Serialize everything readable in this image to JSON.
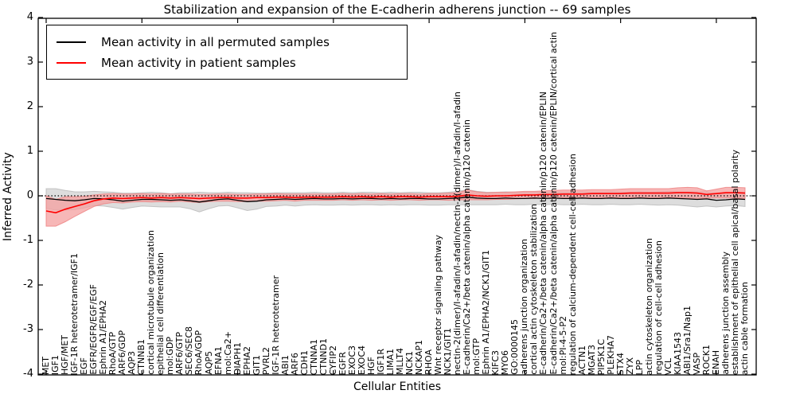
{
  "title": "Stabilization and expansion of the E-cadherin adherens junction -- 69 samples",
  "axes": {
    "x_label": "Cellular Entities",
    "y_label": "Inferred Activity",
    "y_ticks": [
      "4",
      "3",
      "2",
      "1",
      "0",
      "-1",
      "-2",
      "-3",
      "-4"
    ]
  },
  "legend": [
    {
      "label": "Mean activity in all permuted samples",
      "color": "#000000"
    },
    {
      "label": "Mean activity in patient samples",
      "color": "#ff0000"
    }
  ],
  "colors": {
    "black_line": "#000000",
    "red_line": "#ff0000",
    "gray_band_fill": "#d4d4d4",
    "gray_band_edge": "#b0b0b0",
    "red_band_fill": "#f49f9f",
    "red_band_edge": "#ee8080",
    "zero_line": "#000000"
  },
  "chart_data": {
    "type": "line",
    "title": "Stabilization and expansion of the E-cadherin adherens junction -- 69 samples",
    "xlabel": "Cellular Entities",
    "ylabel": "Inferred Activity",
    "ylim": [
      -4,
      4
    ],
    "grid": false,
    "legend_position": "upper left",
    "zero_line": {
      "style": "dotted",
      "color": "#000000",
      "y": 0
    },
    "categories": [
      "MET",
      "IGF1",
      "HGF/MET",
      "IGF-1R heterotetramer/IGF1",
      "EGF",
      "EGFR/EGFR/EGF/EGF",
      "Ephrin A1/EPHA2",
      "RhoA/GTP",
      "ARF6/GDP",
      "AQP3",
      "CTNNB1",
      "cortical microtubule organization",
      "epithelial cell differentiation",
      "mol:GDP",
      "ARF6/GTP",
      "SEC6/SEC8",
      "RhoA/GDP",
      "AQP5",
      "EFNA1",
      "mol:Ca2+",
      "DIAPH1",
      "EPHA2",
      "GIT1",
      "PVRL2",
      "IGF-1R heterotetramer",
      "ABI1",
      "ARF6",
      "CDH1",
      "CTNNA1",
      "CTNND1",
      "CYFIP2",
      "EGFR",
      "EXOC3",
      "EXOC4",
      "HGF",
      "IGF1R",
      "LIMA1",
      "MLLT4",
      "NCK1",
      "NCKAP1",
      "RHOA",
      "Wnt receptor signaling pathway",
      "NCK1/GIT1",
      "nectin-2(dimer)/I-afadin/I-afadin/nectin-2(dimer)/I-afadin/I-afadin",
      "E-cadherin/Ca2+/beta catenin/alpha catenin/p120 catenin",
      "mol:GTP",
      "Ephrin A1/EPHA2/NCK1/GIT1",
      "KIFC3",
      "MYO6",
      "GO:0000145",
      "adherens junction organization",
      "cortical actin cytoskeleton stabilization",
      "E-cadherin/Ca2+/beta catenin/alpha catenin/p120 catenin/EPLIN",
      "E-cadherin/Ca2+/beta catenin/alpha catenin/p120 catenin/EPLIN/cortical actin",
      "mol:PI-4-5-P2",
      "regulation of calcium-dependent cell-cell adhesion",
      "ACTN1",
      "MGAT3",
      "PIP5K1C",
      "PLEKHA7",
      "STX4",
      "ZYX",
      "LPP",
      "actin cytoskeleton organization",
      "regulation of cell-cell adhesion",
      "VCL",
      "KIAA1543",
      "ABI1/Sra1/Nap1",
      "VASP",
      "ROCK1",
      "ENAH",
      "adherens junction assembly",
      "establishment of epithelial cell apical/basal polarity",
      "actin cable formation"
    ],
    "series": [
      {
        "name": "Mean activity in all permuted samples",
        "color": "#000000",
        "band_fill": "#d4d4d4",
        "band_edge": "#b0b0b0",
        "values": [
          -0.06,
          -0.08,
          -0.1,
          -0.11,
          -0.09,
          -0.06,
          -0.07,
          -0.09,
          -0.12,
          -0.1,
          -0.08,
          -0.08,
          -0.09,
          -0.1,
          -0.09,
          -0.11,
          -0.14,
          -0.11,
          -0.08,
          -0.07,
          -0.1,
          -0.13,
          -0.12,
          -0.09,
          -0.08,
          -0.07,
          -0.08,
          -0.07,
          -0.06,
          -0.07,
          -0.07,
          -0.06,
          -0.07,
          -0.06,
          -0.06,
          -0.07,
          -0.06,
          -0.07,
          -0.06,
          -0.06,
          -0.07,
          -0.07,
          -0.06,
          -0.05,
          -0.03,
          -0.05,
          -0.06,
          -0.06,
          -0.05,
          -0.06,
          -0.06,
          -0.05,
          -0.06,
          -0.05,
          -0.06,
          -0.06,
          -0.05,
          -0.06,
          -0.06,
          -0.05,
          -0.06,
          -0.06,
          -0.05,
          -0.06,
          -0.06,
          -0.05,
          -0.06,
          -0.07,
          -0.08,
          -0.07,
          -0.1,
          -0.09,
          -0.07,
          -0.08
        ],
        "band_halfwidth": [
          0.22,
          0.24,
          0.22,
          0.2,
          0.18,
          0.16,
          0.16,
          0.17,
          0.18,
          0.16,
          0.15,
          0.16,
          0.16,
          0.15,
          0.16,
          0.18,
          0.22,
          0.18,
          0.15,
          0.15,
          0.17,
          0.2,
          0.18,
          0.15,
          0.15,
          0.14,
          0.15,
          0.14,
          0.14,
          0.14,
          0.14,
          0.14,
          0.14,
          0.14,
          0.14,
          0.14,
          0.14,
          0.14,
          0.14,
          0.14,
          0.14,
          0.14,
          0.14,
          0.15,
          0.17,
          0.15,
          0.14,
          0.14,
          0.14,
          0.14,
          0.14,
          0.14,
          0.14,
          0.14,
          0.14,
          0.14,
          0.14,
          0.14,
          0.14,
          0.14,
          0.14,
          0.14,
          0.14,
          0.14,
          0.15,
          0.15,
          0.15,
          0.16,
          0.17,
          0.16,
          0.15,
          0.14,
          0.15,
          0.16
        ]
      },
      {
        "name": "Mean activity in patient samples",
        "color": "#ff0000",
        "band_fill": "#f49f9f",
        "band_edge": "#ee8080",
        "values": [
          -0.34,
          -0.38,
          -0.3,
          -0.24,
          -0.18,
          -0.11,
          -0.07,
          -0.05,
          -0.06,
          -0.05,
          -0.04,
          -0.05,
          -0.04,
          -0.05,
          -0.04,
          -0.05,
          -0.06,
          -0.05,
          -0.04,
          -0.04,
          -0.05,
          -0.05,
          -0.04,
          -0.04,
          -0.03,
          -0.03,
          -0.04,
          -0.03,
          -0.03,
          -0.03,
          -0.03,
          -0.02,
          -0.03,
          -0.02,
          -0.03,
          -0.02,
          -0.03,
          -0.02,
          -0.02,
          -0.03,
          -0.02,
          -0.02,
          -0.02,
          -0.01,
          0.02,
          0.0,
          -0.01,
          0.0,
          0.0,
          0.01,
          0.02,
          0.02,
          0.03,
          0.03,
          0.04,
          0.04,
          0.04,
          0.05,
          0.05,
          0.05,
          0.05,
          0.06,
          0.06,
          0.06,
          0.06,
          0.06,
          0.07,
          0.07,
          0.06,
          0.03,
          0.05,
          0.07,
          0.07,
          0.06
        ],
        "band_halfwidth": [
          0.34,
          0.3,
          0.28,
          0.22,
          0.17,
          0.13,
          0.11,
          0.1,
          0.1,
          0.09,
          0.09,
          0.09,
          0.09,
          0.09,
          0.08,
          0.09,
          0.09,
          0.08,
          0.08,
          0.08,
          0.08,
          0.08,
          0.08,
          0.08,
          0.08,
          0.07,
          0.08,
          0.07,
          0.07,
          0.07,
          0.07,
          0.07,
          0.07,
          0.07,
          0.07,
          0.07,
          0.07,
          0.07,
          0.07,
          0.07,
          0.07,
          0.07,
          0.08,
          0.08,
          0.11,
          0.09,
          0.08,
          0.08,
          0.08,
          0.08,
          0.08,
          0.08,
          0.08,
          0.09,
          0.09,
          0.09,
          0.09,
          0.09,
          0.09,
          0.09,
          0.1,
          0.1,
          0.1,
          0.1,
          0.1,
          0.1,
          0.11,
          0.12,
          0.12,
          0.08,
          0.1,
          0.12,
          0.12,
          0.12
        ]
      }
    ]
  }
}
